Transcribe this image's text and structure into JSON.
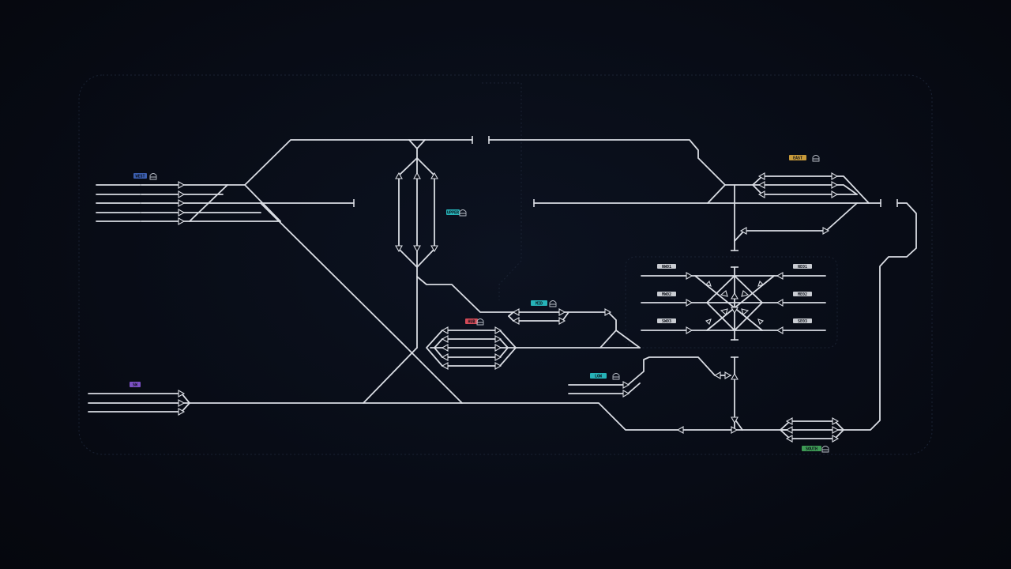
{
  "stations": [
    {
      "id": "w",
      "label": "WEST",
      "color": "#3b5fb0",
      "icon": "station-icon"
    },
    {
      "id": "cu",
      "label": "UPPER",
      "color": "#26b3b8",
      "icon": "station-icon"
    },
    {
      "id": "e",
      "label": "EAST",
      "color": "#c79a3a",
      "icon": "station-icon"
    },
    {
      "id": "cm",
      "label": "MID",
      "color": "#26b3b8",
      "icon": "station-icon"
    },
    {
      "id": "r",
      "label": "HUB",
      "color": "#d44a57",
      "icon": "station-icon"
    },
    {
      "id": "cl",
      "label": "LOW",
      "color": "#26b3b8",
      "icon": "station-icon"
    },
    {
      "id": "sw",
      "label": "SW",
      "color": "#7b4fc4",
      "icon": "station-icon"
    },
    {
      "id": "g",
      "label": "SOUTH",
      "color": "#3e9a55",
      "icon": "station-icon"
    }
  ],
  "depot_labels": [
    {
      "label": "NW01"
    },
    {
      "label": "NE01"
    },
    {
      "label": "MW02"
    },
    {
      "label": "ME02"
    },
    {
      "label": "SW03"
    },
    {
      "label": "SE03"
    }
  ],
  "colors": {
    "track": "#d9dce3",
    "background": "#070a12",
    "zone_outline": "#1a2233"
  }
}
